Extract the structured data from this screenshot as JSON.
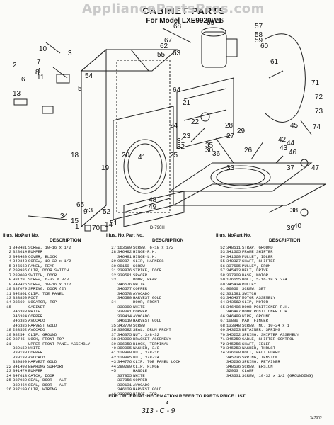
{
  "watermark": "AppliancePartsPros.com",
  "heading": "CABINET PARTS",
  "subheading": "For Model LXE9920W1",
  "diagram_code": "D-790H",
  "callouts": [
    "1",
    "2",
    "3",
    "4",
    "5",
    "6",
    "7",
    "8",
    "9",
    "10",
    "11",
    "13",
    "14",
    "15",
    "18",
    "19",
    "20",
    "21",
    "22",
    "23",
    "24",
    "25",
    "26",
    "27",
    "28",
    "29",
    "30",
    "31",
    "32",
    "33",
    "34",
    "35",
    "36",
    "37",
    "38",
    "39",
    "40",
    "41",
    "42",
    "43",
    "44",
    "45",
    "46",
    "47",
    "48",
    "49",
    "51",
    "52",
    "53",
    "54",
    "55",
    "56",
    "57",
    "58",
    "59",
    "60",
    "61",
    "62",
    "63",
    "64",
    "65",
    "67",
    "68",
    "69",
    "70",
    "71",
    "72",
    "73",
    "74"
  ],
  "table_headers": {
    "illus": "Illus. No.",
    "part": "Part No.",
    "description": "DESCRIPTION"
  },
  "columns": [
    [
      [
        "1",
        "343481",
        "SCREW, 10-16 x 1/2"
      ],
      [
        "2",
        "328614",
        "BUMPER"
      ],
      [
        "3",
        "343480",
        "COVER, BLOCK"
      ],
      [
        "4",
        "342343",
        "SCREW, 10-32 x 1/2"
      ],
      [
        "5",
        "346568",
        "PANEL, REAR"
      ],
      [
        "6",
        "293985",
        "CLIP, DOOR SWITCH"
      ],
      [
        "7",
        "288000",
        "SWITCH, DOOR"
      ],
      [
        "8",
        "98129",
        "SCREW, 6-32 x 3/8"
      ],
      [
        "9",
        "343426",
        "SCREW, 10-16 x 1/2"
      ],
      [
        "10",
        "337079",
        "SPRING, DOOR (2)"
      ],
      [
        "11",
        "342801",
        "CLIP, TOE PANEL"
      ],
      [
        "13",
        "333850",
        "FOOT"
      ],
      [
        "14",
        "98669",
        "LOCATOR, TOP"
      ],
      [
        "15",
        "",
        "CABINET"
      ],
      [
        "",
        "346383",
        "WHITE"
      ],
      [
        "",
        "346384",
        "COPPER"
      ],
      [
        "",
        "346385",
        "AVOCADO"
      ],
      [
        "",
        "346386",
        "HARVEST GOLD"
      ],
      [
        "18",
        "283552",
        "AVOCADO"
      ],
      [
        "19",
        "98254",
        "CLIP, GROUND"
      ],
      [
        "20",
        "98745",
        "LOCK, FRONT TOP"
      ],
      [
        "21",
        "",
        "UPPER FRONT PANEL ASSEMBLY"
      ],
      [
        "",
        "339152",
        "WHITE"
      ],
      [
        "",
        "339130",
        "COPPER"
      ],
      [
        "",
        "339133",
        "AVOCADO"
      ],
      [
        "",
        "339899",
        "HARVEST GOLD"
      ],
      [
        "22",
        "341498",
        "BEARING SUPPORT"
      ],
      [
        "23",
        "341474",
        "BUMPER"
      ],
      [
        "24",
        "347613",
        "CATCH, DOOR"
      ],
      [
        "25",
        "337930",
        "SEAL, DOOR - ALT"
      ],
      [
        "",
        "339464",
        "SEAL, DOOR - ALT"
      ],
      [
        "26",
        "337199",
        "CLIP, WIRING"
      ]
    ],
    [
      [
        "27",
        "163599",
        "SCREW, 6-18 x 1/2"
      ],
      [
        "28",
        "346492",
        "HINGE-R.H."
      ],
      [
        "",
        "346491",
        "HINGE-L.H."
      ],
      [
        "29",
        "98987",
        "CLIP, HARNESS"
      ],
      [
        "30",
        "98159",
        "SCREW"
      ],
      [
        "31",
        "238876",
        "STRIKE, DOOR"
      ],
      [
        "32",
        "339581",
        "SPACER"
      ],
      [
        "33",
        "",
        "DOOR, REAR"
      ],
      [
        "",
        "346576",
        "WHITE"
      ],
      [
        "",
        "346577",
        "COPPER"
      ],
      [
        "",
        "346578",
        "AVOCADO"
      ],
      [
        "",
        "346580",
        "HARVEST GOLD"
      ],
      [
        "34",
        "",
        "DOOR, FRONT"
      ],
      [
        "",
        "338080",
        "WHITE"
      ],
      [
        "",
        "338081",
        "COPPER"
      ],
      [
        "",
        "339414",
        "AVOCADO"
      ],
      [
        "",
        "346119",
        "HARVEST GOLD"
      ],
      [
        "35",
        "343770",
        "SCREW"
      ],
      [
        "36",
        "339582",
        "SEAL, DRUM FRONT"
      ],
      [
        "37",
        "346375",
        "NUT, 3/8-32"
      ],
      [
        "38",
        "343990",
        "BRACKET ASSEMBLY"
      ],
      [
        "39",
        "396058",
        "BLOCK, TERMINAL"
      ],
      [
        "40",
        "389085",
        "WASHER, 3/8"
      ],
      [
        "41",
        "128980",
        "NUT, 3/8-16"
      ],
      [
        "42",
        "129885",
        "NUT, 3/8-24"
      ],
      [
        "43",
        "344776",
        "CLIP, TOE PANEL LOCK"
      ],
      [
        "44",
        "280299",
        "CLIP, HINGE"
      ],
      [
        "45",
        "",
        "HANDLE"
      ],
      [
        "",
        "337855",
        "WHITE"
      ],
      [
        "",
        "337856",
        "COPPER"
      ],
      [
        "",
        "339131",
        "AVOCADO"
      ],
      [
        "",
        "346129",
        "HARVEST GOLD"
      ],
      [
        "46",
        "338068",
        "HINGE, TOP"
      ]
    ],
    [
      [
        "52",
        "348511",
        "STRAP, GROUND"
      ],
      [
        "53",
        "341665",
        "FRAME SHIFTER"
      ],
      [
        "54",
        "341660",
        "PULLEY, IDLER"
      ],
      [
        "55",
        "348327",
        "SHAFT, SHIFTER"
      ],
      [
        "56",
        "337585",
        "PULLEY, DRUM"
      ],
      [
        "57",
        "345423",
        "BELT, DRIVE"
      ],
      [
        "58",
        "337809",
        "BASE, MOTOR"
      ],
      [
        "59",
        "176655",
        "BOLT, 5/16-18 x 3/4"
      ],
      [
        "60",
        "345434",
        "PULLEY"
      ],
      [
        "61",
        "90060",
        "SCREW, SET"
      ],
      [
        "62",
        "331591",
        "SWITCH"
      ],
      [
        "63",
        "346437",
        "MOTOR ASSEMBLY"
      ],
      [
        "64",
        "343562",
        "CLIP, MOTOR"
      ],
      [
        "65",
        "346486",
        "DOOR POSITIONER R.H."
      ],
      [
        "",
        "346487",
        "DOOR POSITIONER L.H."
      ],
      [
        "66",
        "346489",
        "WIRE, GROUND"
      ],
      [
        "67",
        "10880",
        "PAD, FINGER"
      ],
      [
        "68",
        "133848",
        "SCREW, NO. 10-24 x 1"
      ],
      [
        "69",
        "343253",
        "RETAINER, SPRING"
      ],
      [
        "70",
        "345252",
        "SPRING, SHIFTER ASSEMBLY"
      ],
      [
        "71",
        "345259",
        "CABLE, SHIFTER CONTROL"
      ],
      [
        "72",
        "345256",
        "SHAFT, IDLER"
      ],
      [
        "73",
        "345253",
        "WASHER, THRUST"
      ],
      [
        "74",
        "336198",
        "BOLT, BELT GUARD"
      ],
      [
        "",
        "345236",
        "SPRING, TENSION"
      ],
      [
        "",
        "345236",
        "SPRING, RETAINER"
      ],
      [
        "",
        "348536",
        "SCREW, ERSION"
      ],
      [
        "",
        "32963",
        "CLAMP"
      ],
      [
        "",
        "343631",
        "SCREW, 10-32 x 1/2 (GROUNDING)"
      ]
    ]
  ],
  "footer": "FOR ORDERING INFORMATION REFER TO PARTS PRICE LIST",
  "page_number": "4",
  "handwritten": "313 - C - 9",
  "corner_code": "347902"
}
